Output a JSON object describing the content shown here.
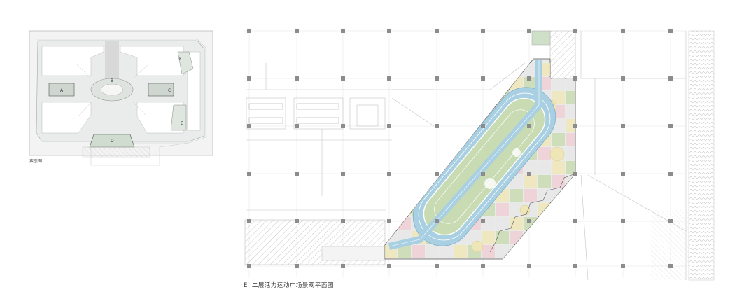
{
  "index_map": {
    "caption": "索引图",
    "zones": [
      {
        "label": "A"
      },
      {
        "label": "B"
      },
      {
        "label": "C"
      },
      {
        "label": "D"
      },
      {
        "label": "E"
      },
      {
        "label": "F"
      }
    ]
  },
  "plan": {
    "zone_letter": "E",
    "title": "二层活力运动广场景观平面图"
  },
  "colors": {
    "track_blue": "#a9cfe2",
    "field_green": "#c9dbb2",
    "tile_pink": "#eecfd6",
    "tile_yellow": "#efe6b8",
    "tile_gray": "#e8e8e8",
    "column_gray": "#8c8c8c",
    "line_gray": "#bdbdbd",
    "hatch_gray": "#c8c8c8"
  }
}
